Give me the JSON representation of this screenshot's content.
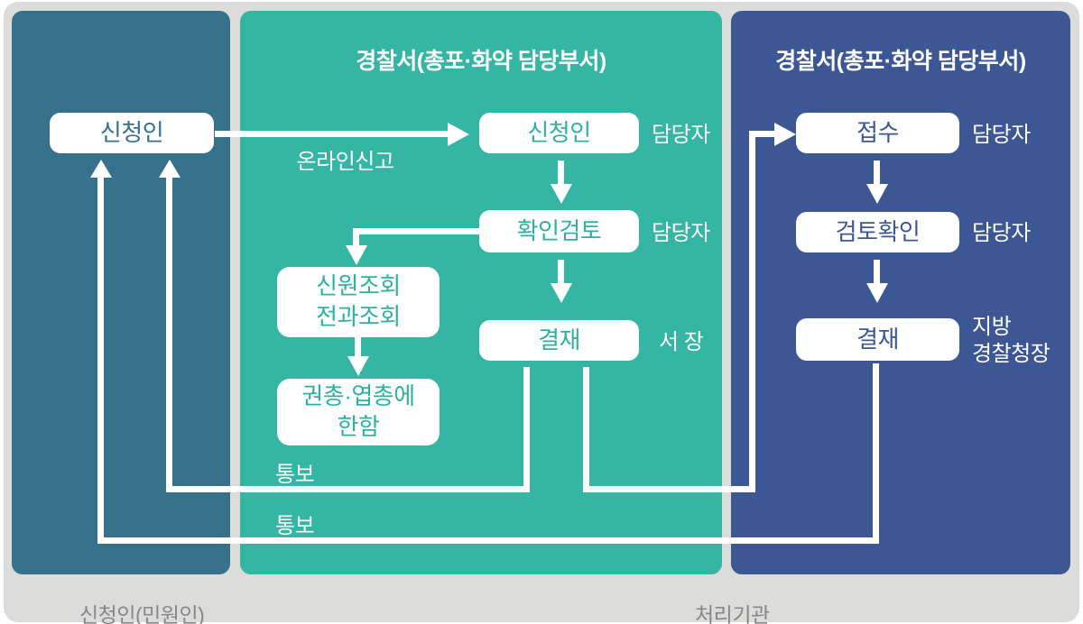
{
  "left_panel": {
    "applicant_box": "신청인"
  },
  "middle_panel": {
    "title": "경찰서(총포·화약 담당부서)",
    "applicant_box": "신청인",
    "applicant_role": "담당자",
    "review_box": "확인검토",
    "review_role": "담당자",
    "id_check_line1": "신원조회",
    "id_check_line2": "전과조회",
    "limited_line1": "권총·엽총에",
    "limited_line2": "한함",
    "approval_box": "결재",
    "approval_role": "서 장",
    "online_report_label": "온라인신고",
    "notify_label_top": "통보",
    "notify_label_bottom": "통보"
  },
  "right_panel": {
    "title": "경찰서(총포·화약 담당부서)",
    "receipt_box": "접수",
    "receipt_role": "담당자",
    "review_box": "검토확인",
    "review_role": "담당자",
    "approval_box": "결재",
    "approval_role_line1": "지방",
    "approval_role_line2": "경찰청장"
  },
  "footer": {
    "left_label": "신청인(민원인)",
    "right_label": "처리기관"
  },
  "colors": {
    "background": "#dcdcdb",
    "left_panel": "#36728c",
    "middle_panel": "#35b5a4",
    "right_panel": "#3d5794",
    "line": "#ffffff",
    "footer_text": "#878787"
  }
}
